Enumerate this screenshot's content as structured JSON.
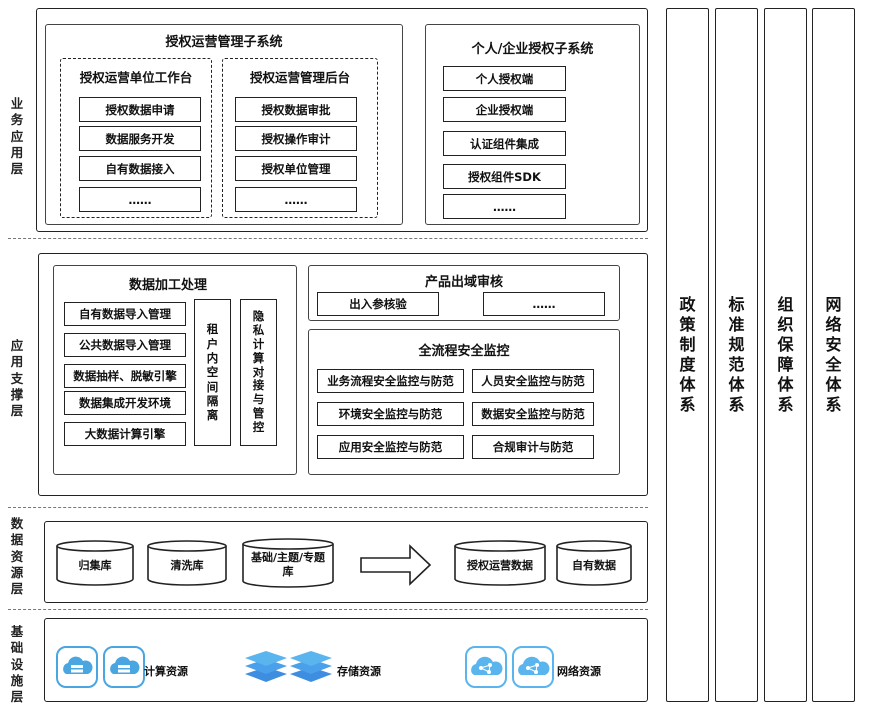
{
  "layers": {
    "business": [
      "业",
      "务",
      "应",
      "用",
      "层"
    ],
    "support": [
      "应",
      "用",
      "支",
      "撑",
      "层"
    ],
    "data_resource": [
      "数",
      "据",
      "资",
      "源",
      "层"
    ],
    "infrastructure": [
      "基",
      "础",
      "设",
      "施",
      "层"
    ]
  },
  "business": {
    "auth_ops": {
      "title": "授权运营管理子系统",
      "workbench": {
        "title": "授权运营单位工作台",
        "items": [
          "授权数据申请",
          "数据服务开发",
          "自有数据接入",
          "……"
        ]
      },
      "backend": {
        "title": "授权运营管理后台",
        "items": [
          "授权数据审批",
          "授权操作审计",
          "授权单位管理",
          "……"
        ]
      }
    },
    "personal": {
      "title": "个人/企业授权子系统",
      "items": [
        "个人授权端",
        "企业授权端",
        "认证组件集成",
        "授权组件SDK",
        "……"
      ]
    }
  },
  "support": {
    "processing": {
      "title": "数据加工处理",
      "items": [
        "自有数据导入管理",
        "公共数据导入管理",
        "数据抽样、脱敏引擎",
        "数据集成开发环境",
        "大数据计算引擎"
      ],
      "tenant": [
        "租",
        "户",
        "内",
        "空",
        "间",
        "隔",
        "离"
      ],
      "privacy": [
        "隐",
        "私",
        "计",
        "算",
        "对",
        "接",
        "与",
        "管",
        "控"
      ]
    },
    "export_review": {
      "title": "产品出域审核",
      "items": [
        "出入参核验",
        "……"
      ]
    },
    "monitor": {
      "title": "全流程安全监控",
      "items": [
        "业务流程安全监控与防范",
        "人员安全监控与防范",
        "环境安全监控与防范",
        "数据安全监控与防范",
        "应用安全监控与防范",
        "合规审计与防范"
      ]
    }
  },
  "data_resource": {
    "left": [
      "归集库",
      "清洗库",
      "基础/主题/专题",
      "库"
    ],
    "right": [
      "授权运营数据",
      "自有数据"
    ]
  },
  "infrastructure": {
    "compute": "计算资源",
    "storage": "存储资源",
    "network": "网络资源"
  },
  "pillars": [
    [
      "政",
      "策",
      "制",
      "度",
      "体",
      "系"
    ],
    [
      "标",
      "准",
      "规",
      "范",
      "体",
      "系"
    ],
    [
      "组",
      "织",
      "保",
      "障",
      "体",
      "系"
    ],
    [
      "网",
      "络",
      "安",
      "全",
      "体",
      "系"
    ]
  ],
  "colors": {
    "cloud_blue": "#4aa6e0",
    "storage_blue": "#3d8ee0",
    "network_blue": "#5ab4ee"
  },
  "icons": [
    "compute-cloud-icon",
    "storage-layers-icon",
    "network-cloud-icon",
    "right-arrow-icon"
  ]
}
